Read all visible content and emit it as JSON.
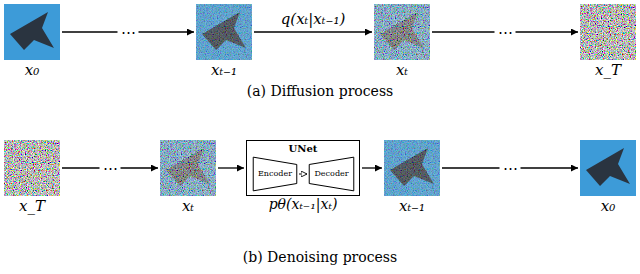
{
  "diagram": {
    "nodes": [
      {
        "text": [
          "x₀"
        ]
      },
      {
        "text": [
          "xₜ₋₁"
        ]
      },
      {
        "text": [
          "xₜ"
        ]
      },
      {
        "text": [
          "x_T"
        ]
      },
      {
        "text": [
          "x_T"
        ]
      },
      {
        "text": [
          "xₜ"
        ]
      },
      {
        "text": [
          "UNet",
          "pθ(xₜ₋₁|xₜ)"
        ]
      },
      {
        "text": [
          "Encoder"
        ],
        "in": 6
      },
      {
        "text": [
          "Decoder"
        ],
        "in": 6
      },
      {
        "text": [
          "xₜ₋₁"
        ]
      },
      {
        "text": [
          "x₀"
        ]
      }
    ],
    "edges": [
      {
        "from": 0,
        "to": 1,
        "label": "⋯",
        "arrow": "to"
      },
      {
        "from": 1,
        "to": 2,
        "label": "q(xₜ|xₜ₋₁)",
        "arrow": "to"
      },
      {
        "from": 2,
        "to": 3,
        "label": "⋯",
        "arrow": "to"
      },
      {
        "from": 4,
        "to": 5,
        "label": "⋯",
        "arrow": "to"
      },
      {
        "from": 5,
        "to": 6,
        "arrow": "to"
      },
      {
        "from": 7,
        "to": 8,
        "arrow": "to"
      },
      {
        "from": 6,
        "to": 9,
        "arrow": "to"
      },
      {
        "from": 9,
        "to": 10,
        "label": "⋯",
        "arrow": "to"
      }
    ],
    "labels": [
      "(a) Diffusion process",
      "(b) Denoising process"
    ]
  }
}
